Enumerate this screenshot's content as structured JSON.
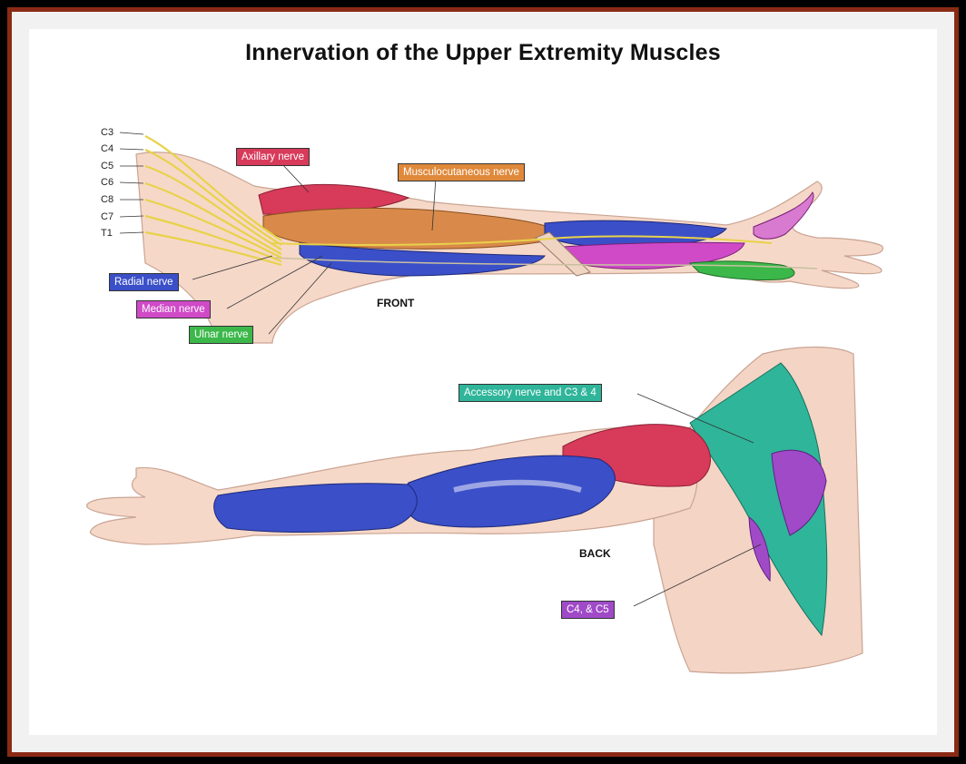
{
  "title": "Innervation of the Upper Extremity Muscles",
  "nerve_levels": [
    "C3",
    "C4",
    "C5",
    "C6",
    "C8",
    "C7",
    "T1"
  ],
  "front_view": {
    "view_label": "FRONT",
    "labels": {
      "axillary": "Axillary nerve",
      "musculocutaneous": "Musculocutaneous nerve",
      "radial": "Radial nerve",
      "median": "Median nerve",
      "ulnar": "Ulnar nerve"
    }
  },
  "back_view": {
    "view_label": "BACK",
    "labels": {
      "accessory": "Accessory nerve and C3 & 4",
      "c4c5": "C4, & C5"
    }
  },
  "colors": {
    "axillary": "#d83a5a",
    "musculocutaneous": "#e0893a",
    "radial": "#3a4fc8",
    "median": "#d04ac8",
    "ulnar": "#3cb84a",
    "accessory": "#2fb59a",
    "c4c5": "#a04ac8",
    "nerve_yellow": "#e8d24a"
  }
}
